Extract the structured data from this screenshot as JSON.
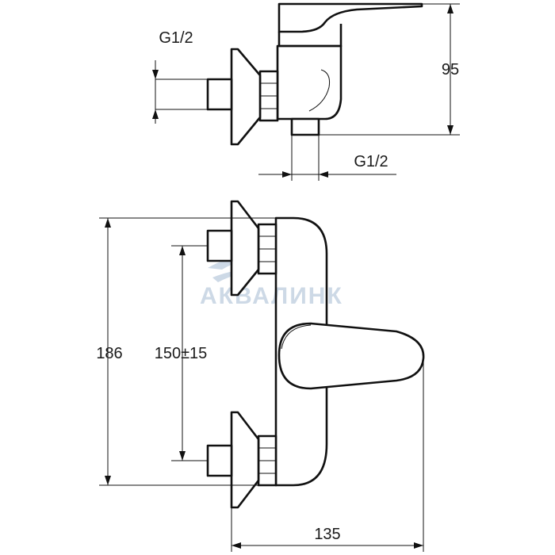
{
  "drawing": {
    "dimensions": {
      "thread_inlet": "G1/2",
      "thread_outlet": "G1/2",
      "height_side": "95",
      "overall_height": "186",
      "inlet_spacing": "150±15",
      "depth": "135"
    },
    "watermark": "АКВАЛИНК"
  }
}
